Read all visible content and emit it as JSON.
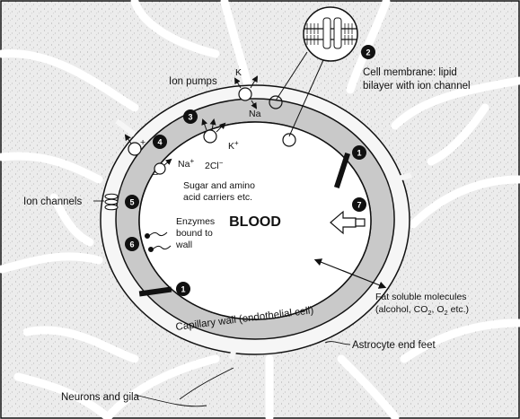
{
  "labels": {
    "blood": "BLOOD",
    "ion_pumps": "Ion pumps",
    "cell_membrane_line1": "Cell membrane: lipid",
    "cell_membrane_line2": "bilayer with ion channel",
    "ion_channels": "Ion channels",
    "sugar_line1": "Sugar and amino",
    "sugar_line2": "acid carriers etc.",
    "enzymes_line1": "Enzymes",
    "enzymes_line2": "bound to",
    "enzymes_line3": "wall",
    "fat_line1": "Fat soluble molecules",
    "fat_line2_pre": "(alcohol, CO",
    "fat_line2_mid": ", O",
    "fat_line2_post": " etc.)",
    "fat_sub": "2",
    "capillary_wall": "Capillary wall (endothelial cell)",
    "astrocyte": "Astrocyte end feet",
    "neurons": "Neurons and gila"
  },
  "ions": {
    "k_top": "K",
    "na_top": "Na",
    "na_plus": "Na",
    "cl": "2Cl",
    "k_plus": "K",
    "plus": "+",
    "minus": "−",
    "sup_plus": "+",
    "sup_minus": "−"
  },
  "markers": {
    "m1_top": "1",
    "m1_bottom": "1",
    "m2": "2",
    "m3": "3",
    "m4": "4",
    "m5": "5",
    "m6": "6",
    "m7": "7"
  }
}
